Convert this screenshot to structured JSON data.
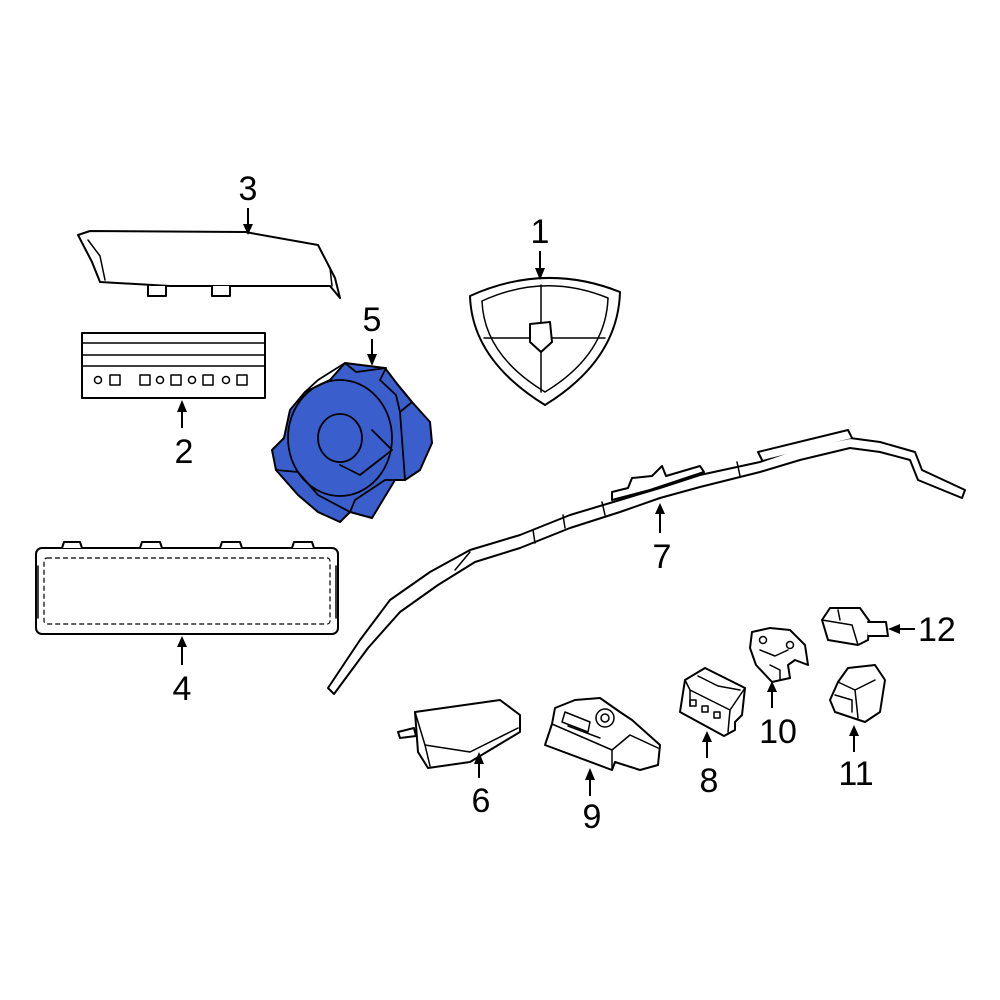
{
  "diagram": {
    "highlight_color": "#3a5fcd",
    "line_color": "#000000",
    "background_color": "#ffffff",
    "callouts": {
      "c1": "1",
      "c2": "2",
      "c3": "3",
      "c4": "4",
      "c5": "5",
      "c6": "6",
      "c7": "7",
      "c8": "8",
      "c9": "9",
      "c10": "10",
      "c11": "11",
      "c12": "12"
    },
    "highlighted_part": "5"
  }
}
